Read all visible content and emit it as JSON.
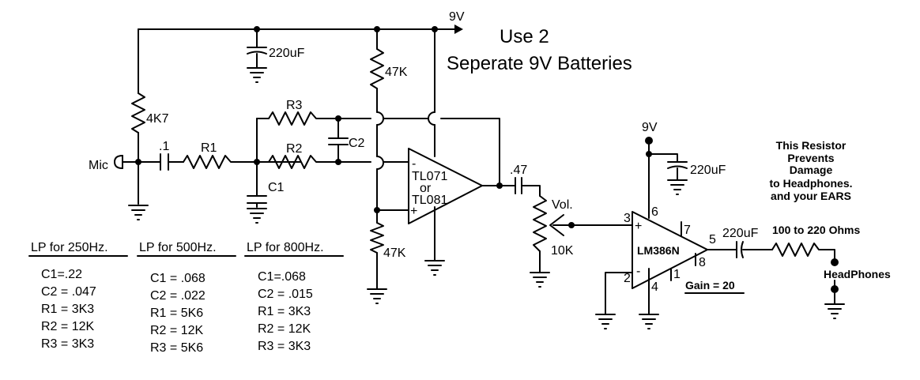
{
  "header": {
    "line1": "Use 2",
    "line2": "Seperate 9V Batteries"
  },
  "supply_labels": {
    "main_9v": "9V",
    "amp_9v": "9V"
  },
  "components": {
    "c_supply": "220uF",
    "r_top_bias": "47K",
    "r_bottom_bias": "47K",
    "r_mic": "4K7",
    "mic": "Mic",
    "c_input": ".1",
    "r1": "R1",
    "r2": "R2",
    "r3": "R3",
    "c1": "C1",
    "c2": "C2",
    "opamp_line1": "TL071",
    "opamp_line2": "or",
    "opamp_line3": "TL081",
    "opamp_minus": "-",
    "opamp_plus": "+",
    "c_output": ".47",
    "vol_label": "Vol.",
    "pot_value": "10K",
    "c_amp_supply": "220uF",
    "amp_name": "LM386N",
    "amp_plus": "+",
    "amp_minus": "-",
    "pin3": "3",
    "pin2": "2",
    "pin6": "6",
    "pin4": "4",
    "pin7": "7",
    "pin1": "1",
    "pin8": "8",
    "pin5": "5",
    "gain": "Gain = 20",
    "c_amp_out": "220uF",
    "r_headphone": "100 to 220  Ohms",
    "headphones": "HeadPhones"
  },
  "note": {
    "line1": "This Resistor",
    "line2": "Prevents",
    "line3": "Damage",
    "line4": "to Headphones.",
    "line5": "and your EARS"
  },
  "filter_tables": [
    {
      "heading": "LP for 250Hz.",
      "rows": [
        "C1=.22",
        "C2 = .047",
        "R1 = 3K3",
        "R2 = 12K",
        "R3 = 3K3"
      ]
    },
    {
      "heading": "LP for 500Hz.",
      "rows": [
        "C1 = .068",
        "C2 = .022",
        "R1 = 5K6",
        "R2 = 12K",
        "R3 = 5K6"
      ]
    },
    {
      "heading": "LP for 800Hz.",
      "rows": [
        "C1=.068",
        "C2 = .015",
        "R1 = 3K3",
        "R2 = 12K",
        "R3 = 3K3"
      ]
    }
  ]
}
